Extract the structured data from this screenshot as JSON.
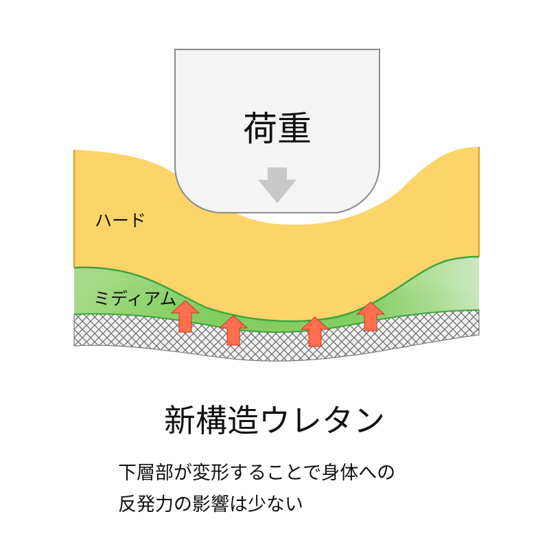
{
  "diagram": {
    "load_label": "荷重",
    "layers": {
      "hard_label": "ハード",
      "medium_label": "ミディアム"
    },
    "title": "新構造ウレタン",
    "description_lines": [
      "下層部が変形することで身体への",
      "反発力の影響は少ない"
    ],
    "colors": {
      "hard_layer": "#FCD46A",
      "hard_edge": "#E0A340",
      "medium_layer": "#9FD77F",
      "medium_edge": "#3DA33D",
      "mesh_layer": "#F2F2F2",
      "mesh_lines": "#6E6E6E",
      "load_block": "#F4F4F4",
      "load_arrow": "#C8C8C8",
      "reaction_arrow": "#FF6F4F",
      "text": "#111111"
    },
    "icons": {
      "load_arrow": "down-arrow-icon",
      "reaction_arrow": "up-arrow-icon"
    }
  }
}
